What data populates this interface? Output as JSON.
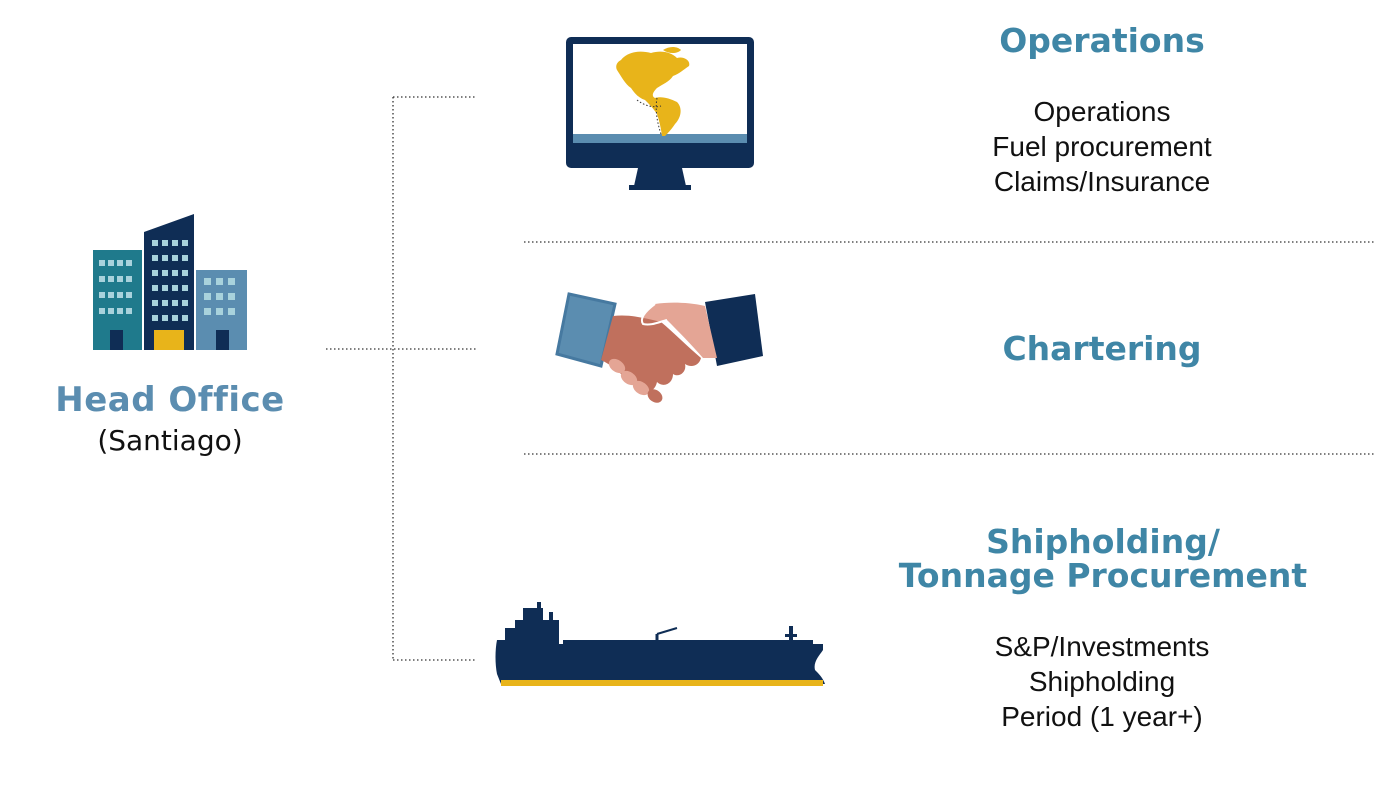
{
  "head_office": {
    "title": "Head Office",
    "subtitle": "(Santiago)",
    "icon": "office-buildings-icon"
  },
  "sections": [
    {
      "title_lines": [
        "Operations"
      ],
      "items": [
        "Operations",
        "Fuel procurement",
        "Claims/Insurance"
      ],
      "icon": "computer-monitor-map-icon"
    },
    {
      "title_lines": [
        "Chartering"
      ],
      "items": [],
      "icon": "handshake-icon"
    },
    {
      "title_lines": [
        "Shipholding/",
        "Tonnage Procurement"
      ],
      "items": [
        "S&P/Investments",
        "Shipholding",
        "Period (1 year+)"
      ],
      "icon": "tanker-ship-icon"
    }
  ],
  "colors": {
    "navy": "#0f2d55",
    "title_blue": "#3f86a6",
    "head_blue": "#5b8db0",
    "gold": "#e8b41a",
    "teal": "#1f7a8c",
    "skin_dark": "#c0705d",
    "skin_light": "#e4a595",
    "sleeve_light": "#5b8db0"
  }
}
